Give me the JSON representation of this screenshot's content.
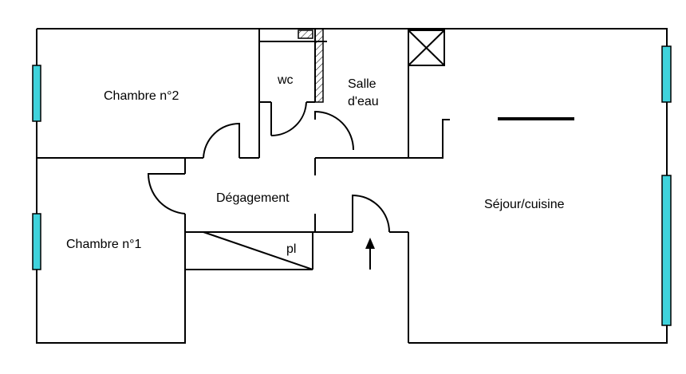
{
  "rooms": {
    "chambre2": "Chambre n°2",
    "chambre1": "Chambre n°1",
    "wc": "wc",
    "salle_deau_line1": "Salle",
    "salle_deau_line2": "d'eau",
    "degagement": "Dégagement",
    "placard": "pl",
    "sejour": "Séjour/cuisine"
  },
  "colors": {
    "window": "#3fd3dc",
    "wall": "#000000"
  },
  "icons": {
    "entrance": "up-arrow-icon",
    "duct": "crossed-box-icon"
  }
}
